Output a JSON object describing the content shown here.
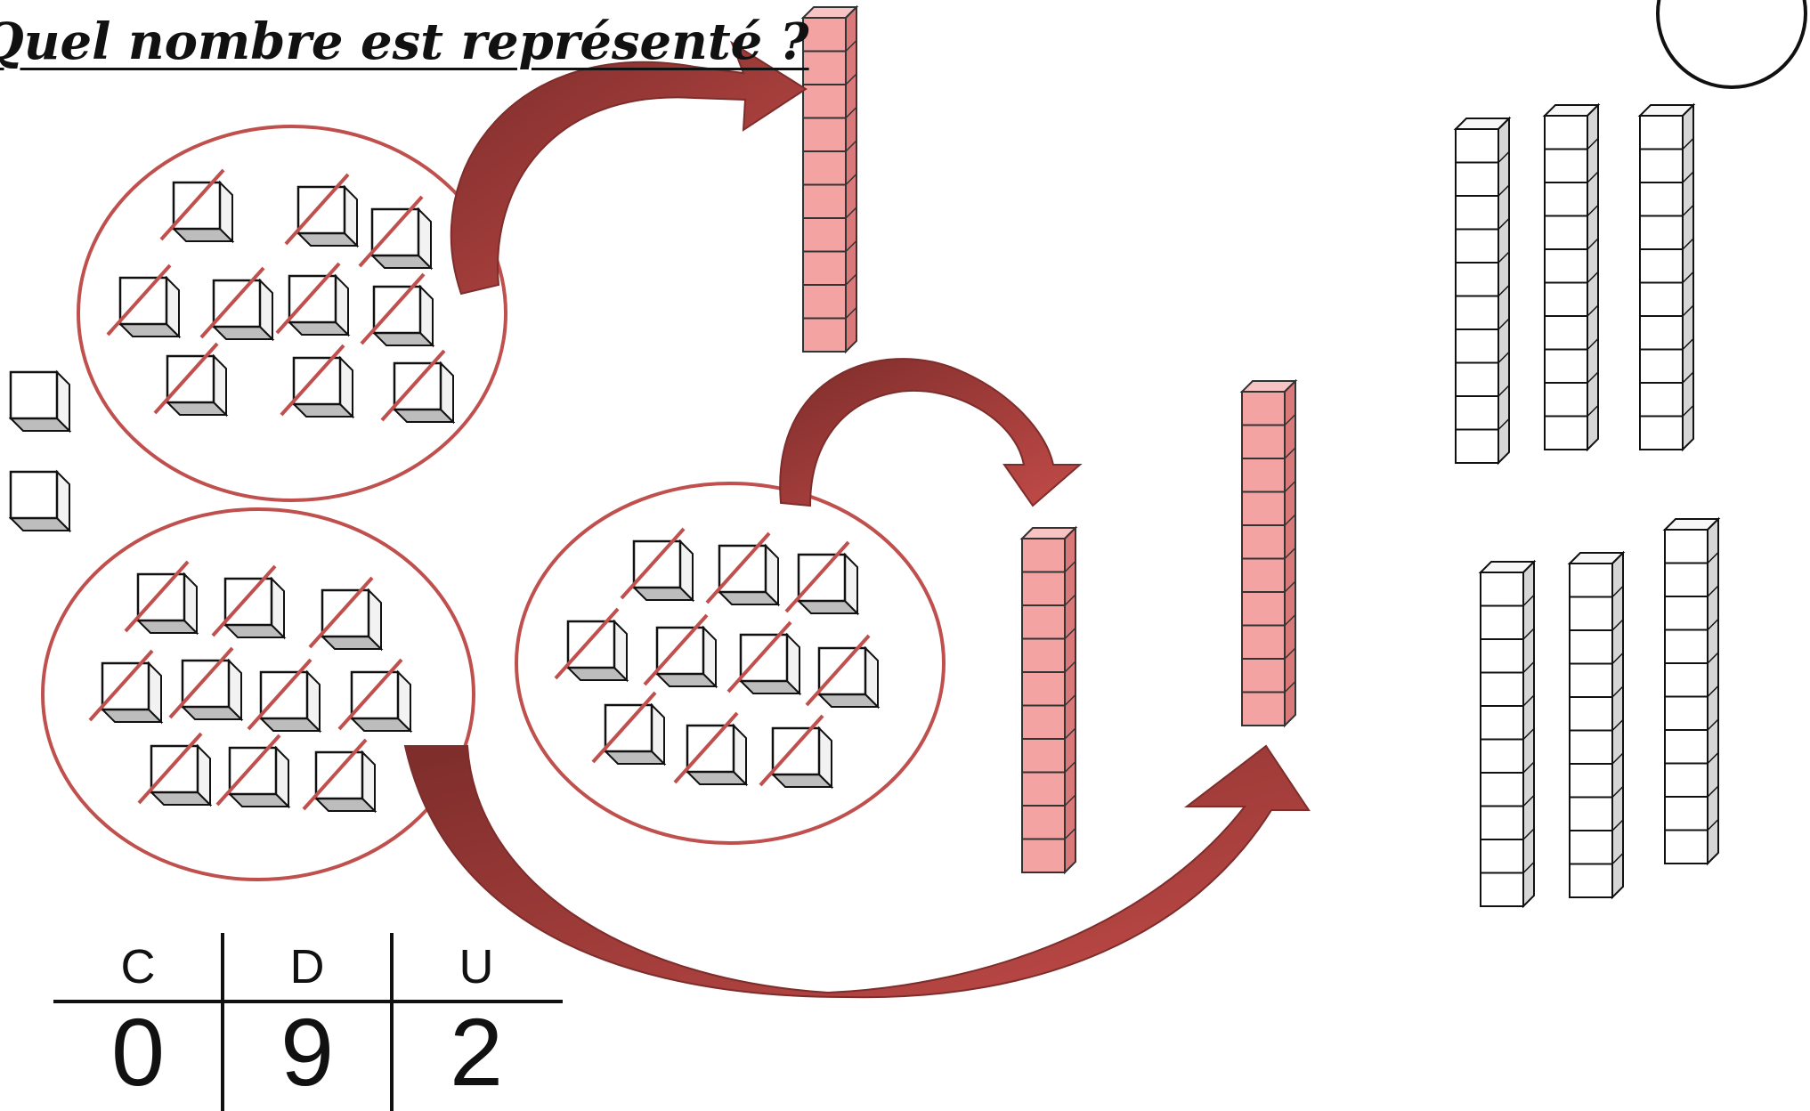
{
  "title": "Quel nombre est représenté ?",
  "table": {
    "headers": [
      "C",
      "D",
      "U"
    ],
    "values": [
      "0",
      "9",
      "2"
    ]
  },
  "units": {
    "loose_count": 2,
    "group_sizes": [
      10,
      10,
      10
    ],
    "stroke_color": "#c0504d"
  },
  "tens": {
    "formed_count": 3,
    "formed_color": "#f4a3a3",
    "given_count": 6,
    "given_color": "#ffffff"
  },
  "arrow_color": "#9e3a38",
  "icons": [
    "unit-cube-icon",
    "ten-rod-icon",
    "curved-arrow-icon"
  ]
}
